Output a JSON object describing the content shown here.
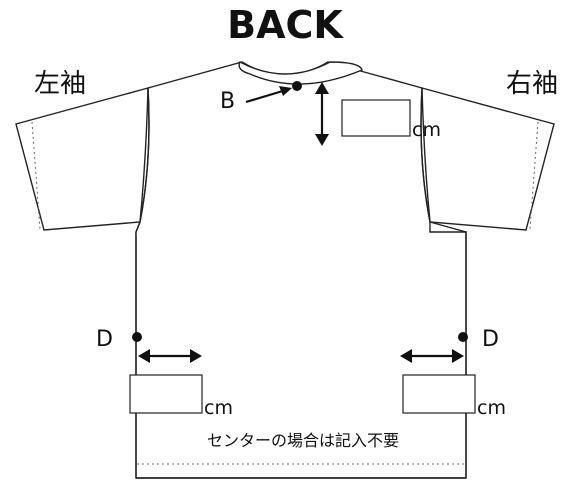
{
  "title": "BACK",
  "sleeves": {
    "left": "左袖",
    "right": "右袖"
  },
  "points": {
    "neck": "B",
    "hem_left": "D",
    "hem_right": "D"
  },
  "unit": "cm",
  "hem_note": "センターの場合は記入不要"
}
